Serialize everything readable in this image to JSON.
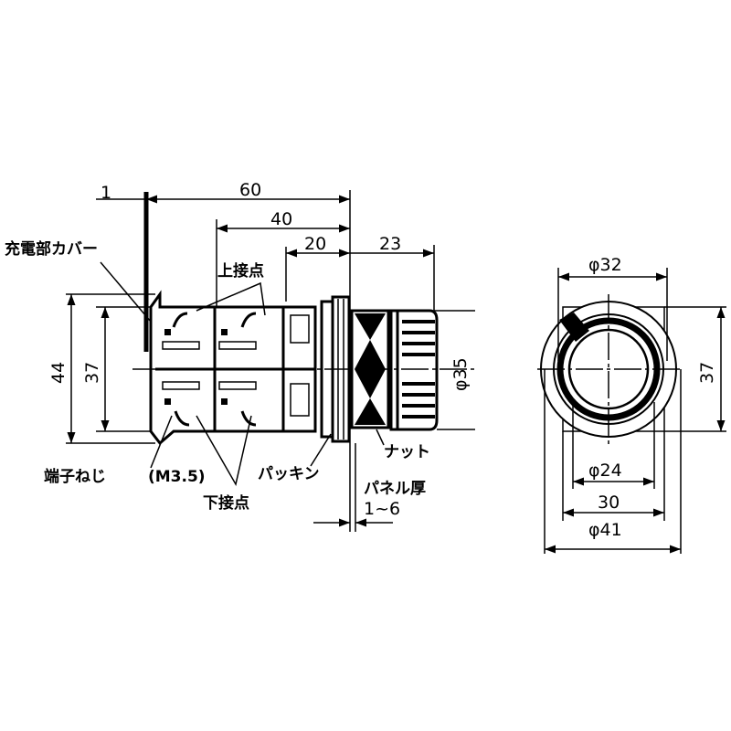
{
  "side_view": {
    "dimensions": {
      "panel_offset": "1",
      "overall_length": "60",
      "body_length": "40",
      "rear_section": "20",
      "front_projection": "23",
      "height_outer": "44",
      "height_inner": "37",
      "knob_diameter": "φ35",
      "panel_thickness": "1~6"
    },
    "labels": {
      "live_part_cover": "充電部カバー",
      "upper_contact": "上接点",
      "terminal_screw": "端子ねじ",
      "screw_size": "(M3.5)",
      "lower_contact": "下接点",
      "packing": "パッキン",
      "nut": "ナット",
      "panel_thickness_label": "パネル厚"
    }
  },
  "front_view": {
    "dimensions": {
      "ring_diameter": "φ32",
      "height": "37",
      "inner_diameter": "φ24",
      "width": "30",
      "outer_diameter": "φ41"
    }
  }
}
